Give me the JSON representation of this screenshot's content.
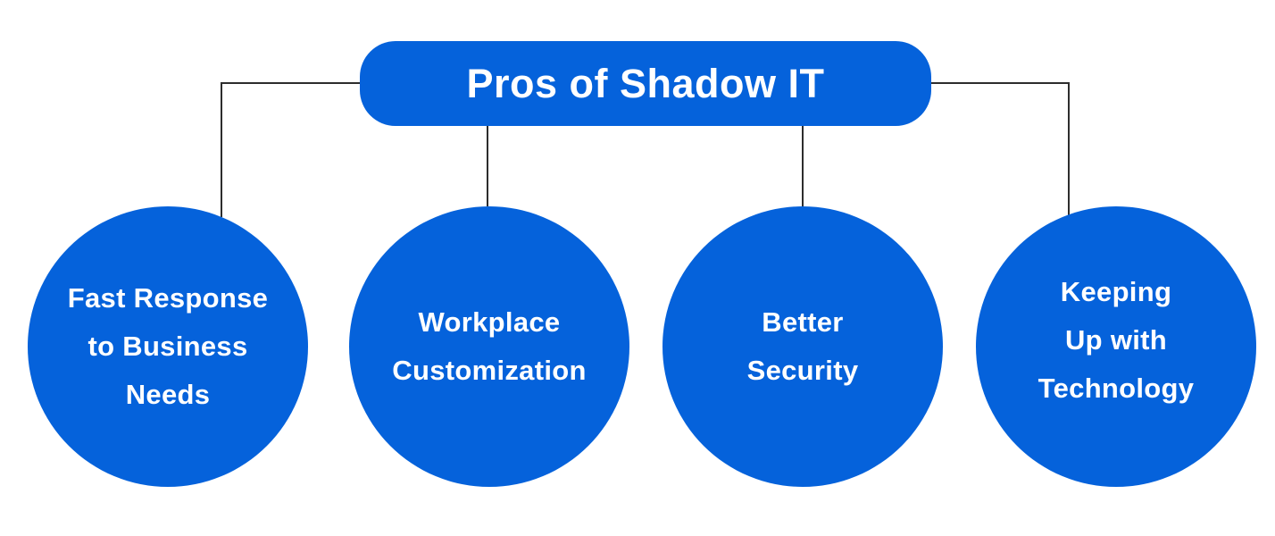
{
  "diagram": {
    "title": "Pros of Shadow IT",
    "colors": {
      "node_fill": "#0562db",
      "text": "#ffffff",
      "connector": "#2d2d2d",
      "background": "#ffffff"
    },
    "nodes": [
      {
        "id": "fast-response-to-business-needs",
        "lines": [
          "Fast Response",
          "to Business",
          "Needs"
        ]
      },
      {
        "id": "workplace-customization",
        "lines": [
          "Workplace",
          "Customization"
        ]
      },
      {
        "id": "better-security",
        "lines": [
          "Better",
          "Security"
        ]
      },
      {
        "id": "keeping-up-with-technology",
        "lines": [
          "Keeping",
          "Up with",
          "Technology"
        ]
      }
    ]
  }
}
